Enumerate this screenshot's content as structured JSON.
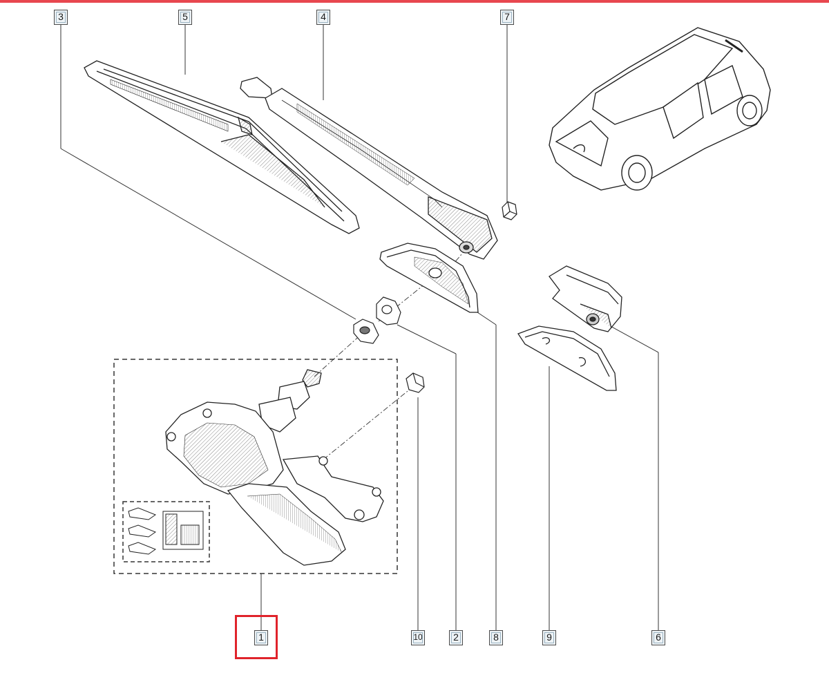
{
  "accent_colors": {
    "highlight": "#e0232b",
    "top_bar": "#e8474f"
  },
  "callouts": [
    {
      "label": "3"
    },
    {
      "label": "5"
    },
    {
      "label": "4"
    },
    {
      "label": "7"
    },
    {
      "label": "1"
    },
    {
      "label": "10"
    },
    {
      "label": "2"
    },
    {
      "label": "8"
    },
    {
      "label": "9"
    },
    {
      "label": "6"
    }
  ],
  "selected_part": "1"
}
